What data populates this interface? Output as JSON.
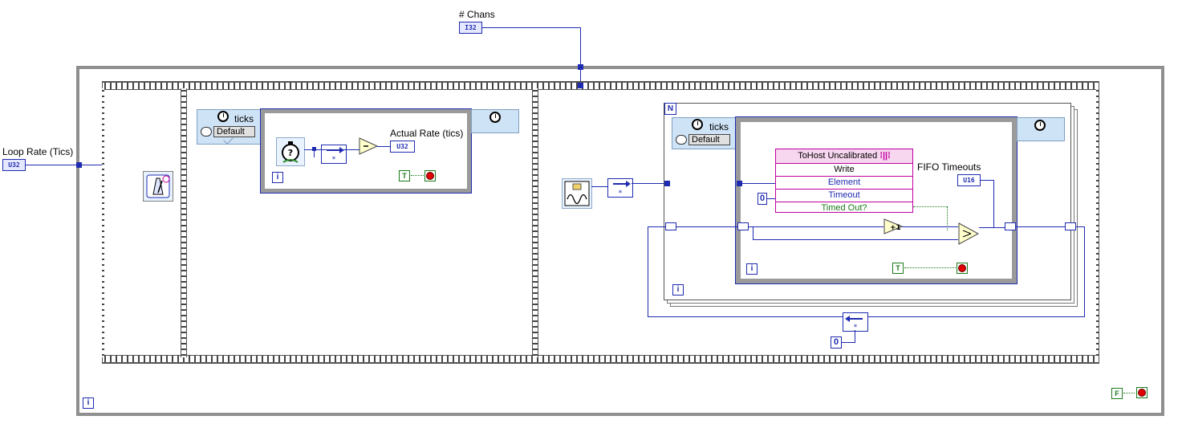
{
  "labels": {
    "chans": "# Chans",
    "loop_rate": "Loop Rate (Tics)",
    "actual_rate": "Actual Rate (tics)",
    "fifo_timeouts": "FIFO Timeouts",
    "ticks_1": "ticks",
    "ticks_2": "ticks",
    "default_1": "Default",
    "default_2": "Default"
  },
  "terminals": {
    "chans_type": "I32",
    "loop_rate_type": "U32",
    "actual_rate_type": "U32",
    "fifo_timeouts_type": "U16"
  },
  "constants": {
    "timeout_zero": "0",
    "init_zero": "0",
    "true_1": "T",
    "true_2": "T",
    "false_1": "F"
  },
  "fifo_node": {
    "title": "ToHost Uncalibrated",
    "method": "Write",
    "input_element": "Element",
    "input_timeout": "Timeout",
    "output_timed_out": "Timed Out?"
  },
  "loop_indicators": {
    "iteration": "i",
    "count": "N"
  },
  "colors": {
    "wire_int": "#1f2bb0",
    "wire_bool": "#1a7a1a",
    "loop_border": "#8f8f8f",
    "fifo_accent": "#c000a0",
    "timed_bg": "#cfe3f7"
  },
  "icons": [
    "clock-icon",
    "stopwatch-icon",
    "tick-count-icon",
    "waveform-icon",
    "stop-button-icon"
  ]
}
